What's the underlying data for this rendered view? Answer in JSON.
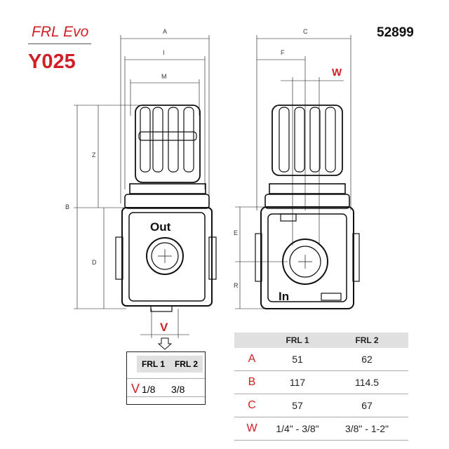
{
  "header": {
    "series": "FRL Evo",
    "model": "Y025",
    "code": "52899"
  },
  "drawing": {
    "front": {
      "dims": [
        "A",
        "I",
        "M",
        "Z",
        "B",
        "D"
      ],
      "port_label": "Out",
      "port_dim": "V"
    },
    "side": {
      "dims": [
        "C",
        "F",
        "E",
        "R"
      ],
      "port_dim": "W",
      "port_label": "In"
    }
  },
  "v_table": {
    "headers": [
      "FRL 1",
      "FRL 2"
    ],
    "rows": [
      {
        "key": "V",
        "values": [
          "1/8",
          "3/8"
        ]
      }
    ]
  },
  "dim_table": {
    "headers": [
      "",
      "FRL 1",
      "FRL 2"
    ],
    "rows": [
      {
        "key": "A",
        "values": [
          "51",
          "62"
        ]
      },
      {
        "key": "B",
        "values": [
          "117",
          "114.5"
        ]
      },
      {
        "key": "C",
        "values": [
          "57",
          "67"
        ]
      },
      {
        "key": "W",
        "values": [
          "1/4\" - 3/8\"",
          "3/8\" - 1-2\""
        ]
      }
    ]
  },
  "colors": {
    "accent": "#d21f26",
    "header_bg": "#e0e0e0"
  }
}
